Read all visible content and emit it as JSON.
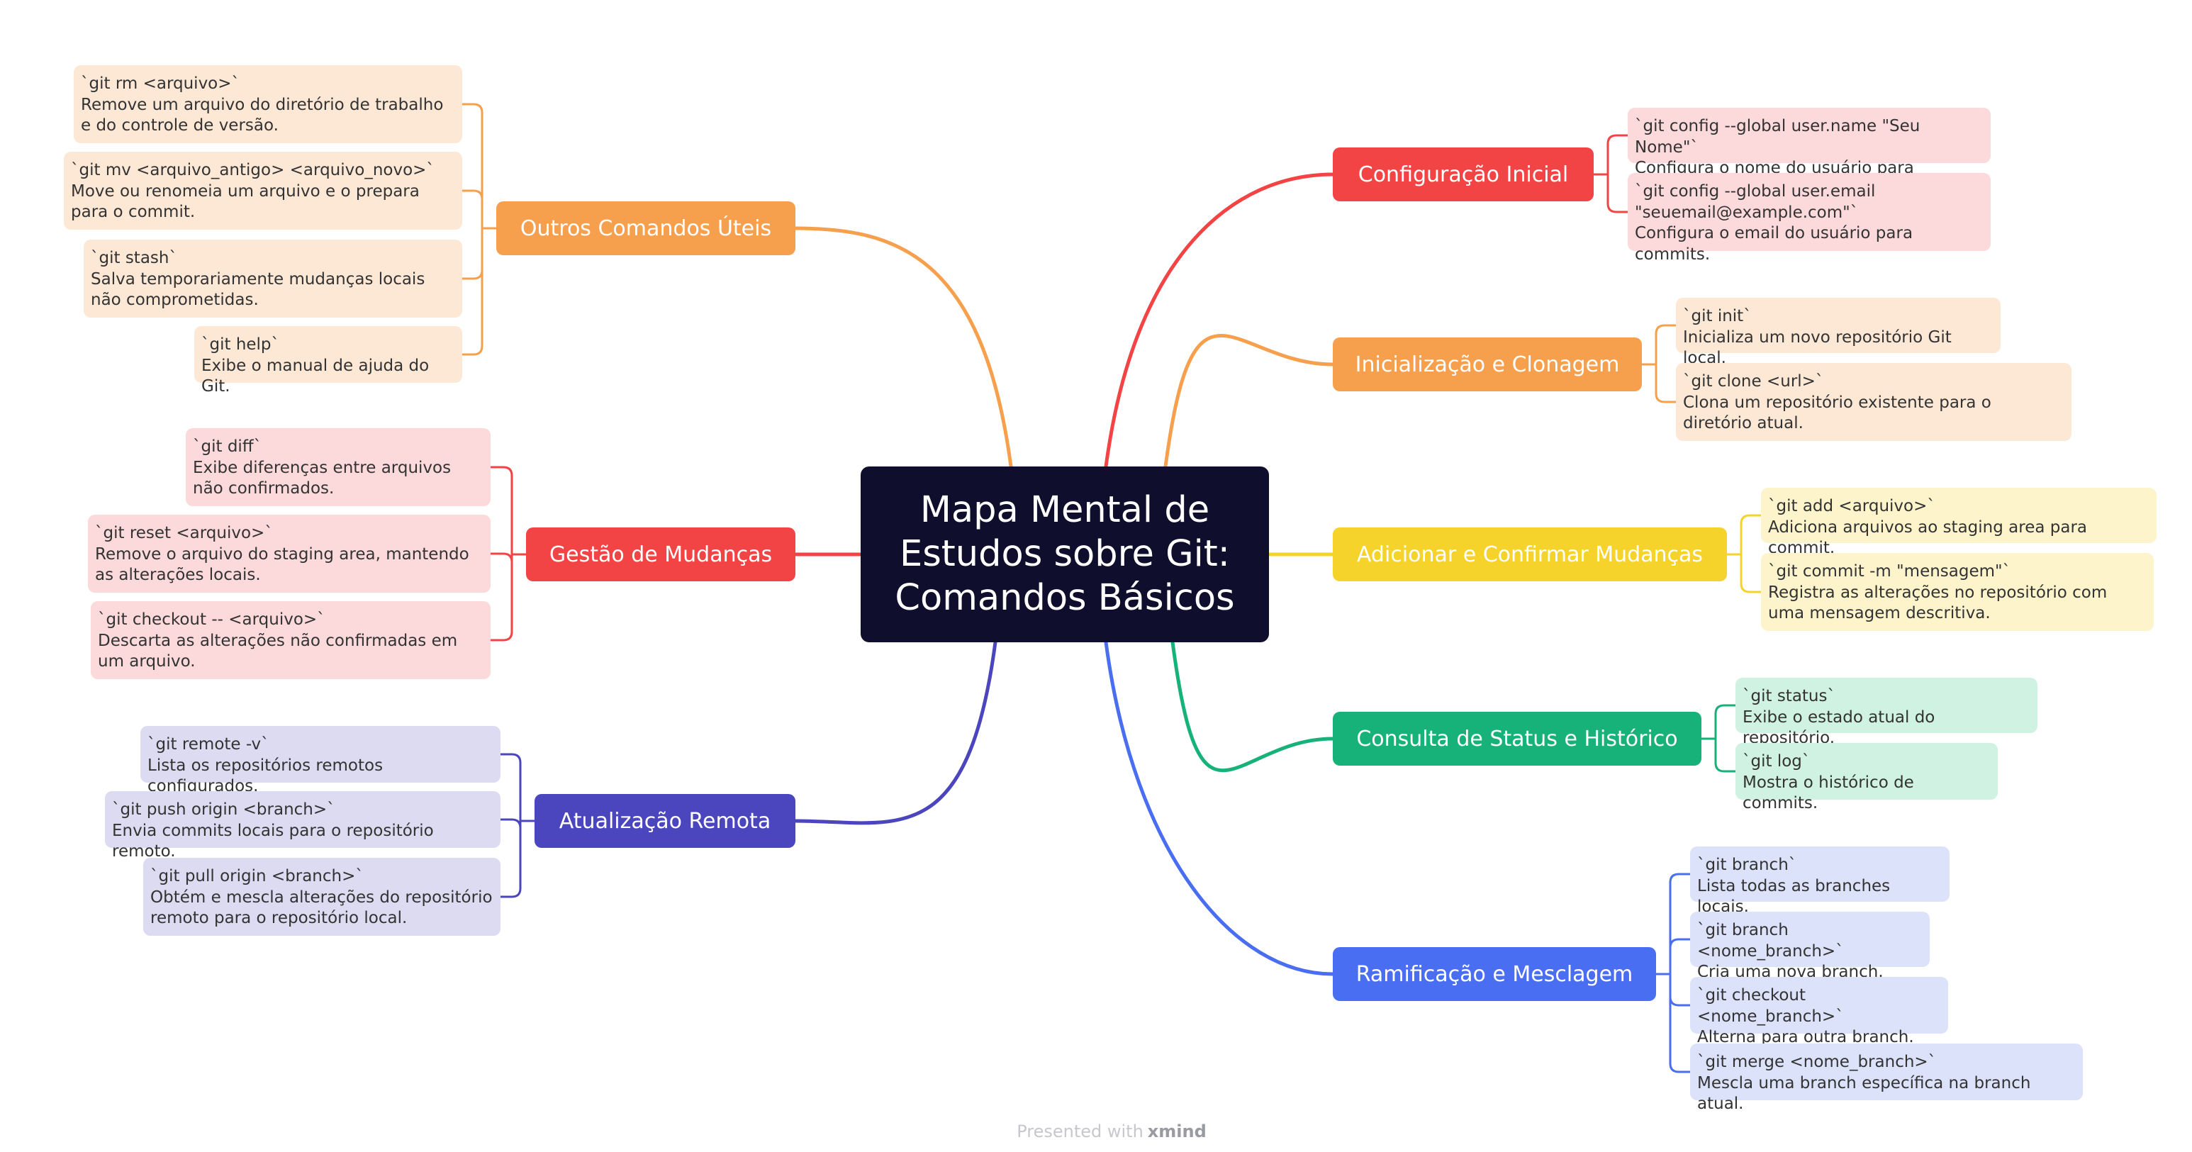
{
  "center": {
    "line1": "Mapa Mental de",
    "line2": "Estudos sobre Git:",
    "line3": "Comandos Básicos"
  },
  "colors": {
    "red": "#f24444",
    "orange": "#f6a04d",
    "yellow": "#f5d32a",
    "green": "#17b27a",
    "blue": "#4a6ef2",
    "indigo": "#4b46bd",
    "red_leaf": "#fcd9db",
    "orange_leaf": "#fde8d6",
    "yellow_leaf": "#fdf4cc",
    "green_leaf": "#cff2e2",
    "blue_leaf": "#dde2fb",
    "indigo_leaf": "#dcdbf1"
  },
  "branches": [
    {
      "id": "config",
      "label": "Configuração Inicial",
      "color": "red",
      "leaves": [
        {
          "title": "`git config --global user.name \"Seu Nome\"`",
          "desc": "Configura o nome do usuário para commits."
        },
        {
          "title": "`git config --global user.email \"seuemail@example.com\"`",
          "desc": "Configura o email do usuário para commits."
        }
      ]
    },
    {
      "id": "init",
      "label": "Inicialização e Clonagem",
      "color": "orange",
      "leaves": [
        {
          "title": "`git init`",
          "desc": "Inicializa um novo repositório Git local."
        },
        {
          "title": "`git clone <url>`",
          "desc": "Clona um repositório existente para o diretório atual."
        }
      ]
    },
    {
      "id": "add",
      "label": "Adicionar e Confirmar Mudanças",
      "color": "yellow",
      "leaves": [
        {
          "title": "`git add <arquivo>`",
          "desc": "Adiciona arquivos ao staging area para commit."
        },
        {
          "title": "`git commit -m \"mensagem\"`",
          "desc": "Registra as alterações no repositório com uma mensagem descritiva."
        }
      ]
    },
    {
      "id": "status",
      "label": "Consulta de Status e Histórico",
      "color": "green",
      "leaves": [
        {
          "title": "`git status`",
          "desc": "Exibe o estado atual do repositório."
        },
        {
          "title": "`git log`",
          "desc": "Mostra o histórico de commits."
        }
      ]
    },
    {
      "id": "branching",
      "label": "Ramificação e Mesclagem",
      "color": "blue",
      "leaves": [
        {
          "title": "`git branch`",
          "desc": "Lista todas as branches locais."
        },
        {
          "title": "`git branch <nome_branch>`",
          "desc": "Cria uma nova branch."
        },
        {
          "title": "`git checkout <nome_branch>`",
          "desc": "Alterna para outra branch."
        },
        {
          "title": "`git merge <nome_branch>`",
          "desc": "Mescla uma branch específica na branch atual."
        }
      ]
    },
    {
      "id": "other",
      "label": "Outros Comandos Úteis",
      "color": "orange",
      "leaves": [
        {
          "title": "`git rm <arquivo>`",
          "desc": "Remove um arquivo do diretório de trabalho e do controle de versão."
        },
        {
          "title": "`git mv <arquivo_antigo> <arquivo_novo>`",
          "desc": "Move ou renomeia um arquivo e o prepara para o commit."
        },
        {
          "title": "`git stash`",
          "desc": "Salva temporariamente mudanças locais não comprometidas."
        },
        {
          "title": "`git help`",
          "desc": "Exibe o manual de ajuda do Git."
        }
      ]
    },
    {
      "id": "changes",
      "label": "Gestão de Mudanças",
      "color": "red",
      "leaves": [
        {
          "title": "`git diff`",
          "desc": "Exibe diferenças entre arquivos não confirmados."
        },
        {
          "title": "`git reset <arquivo>`",
          "desc": "Remove o arquivo do staging area, mantendo as alterações locais."
        },
        {
          "title": "`git checkout -- <arquivo>`",
          "desc": "Descarta as alterações não confirmadas em um arquivo."
        }
      ]
    },
    {
      "id": "remote",
      "label": "Atualização Remota",
      "color": "indigo",
      "leaves": [
        {
          "title": "`git remote -v`",
          "desc": "Lista os repositórios remotos configurados."
        },
        {
          "title": "`git push origin <branch>`",
          "desc": "Envia commits locais para o repositório remoto."
        },
        {
          "title": "`git pull origin <branch>`",
          "desc": "Obtém e mescla alterações do repositório remoto para o repositório local."
        }
      ]
    }
  ],
  "footer": {
    "text": "Presented with",
    "brand": "xmind"
  }
}
